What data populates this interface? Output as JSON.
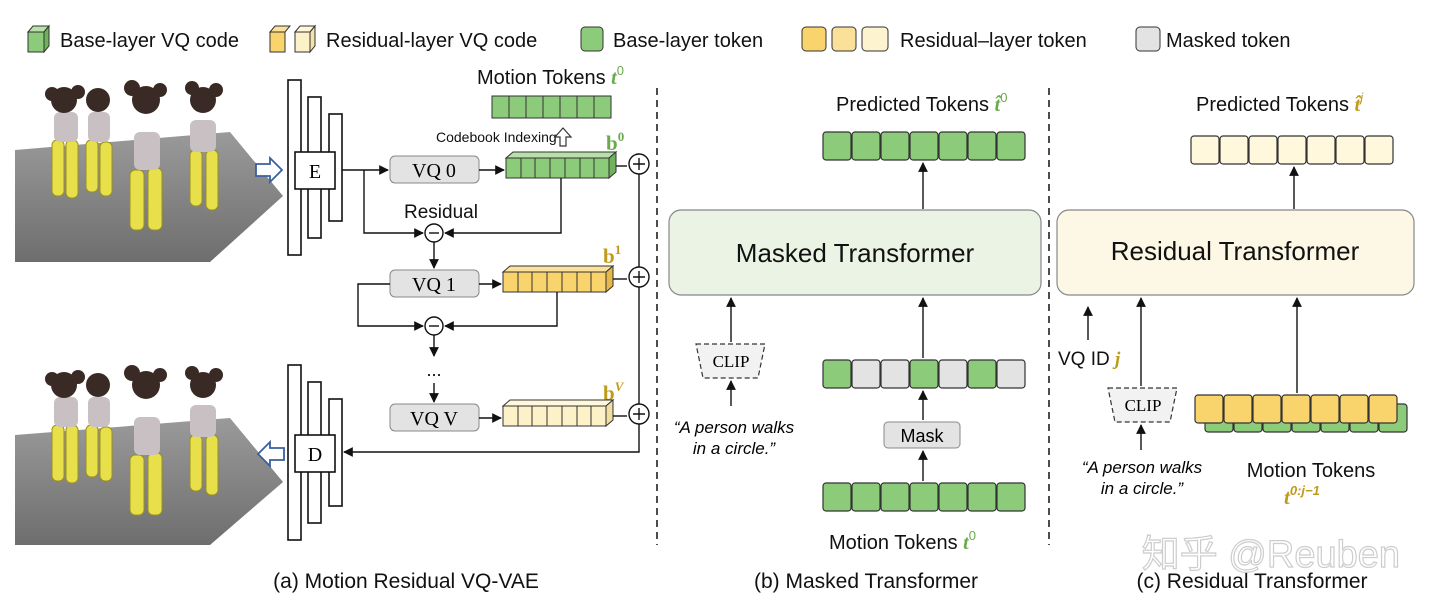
{
  "legend": {
    "base_code": "Base-layer VQ code",
    "residual_code": "Residual-layer VQ code",
    "base_token": "Base-layer token",
    "residual_token": "Residual–layer token",
    "masked_token": "Masked token"
  },
  "panel_a": {
    "encoder": "E",
    "decoder": "D",
    "motion_tokens_label": "Motion Tokens",
    "motion_tokens_symbol": "t",
    "motion_tokens_sup": "0",
    "codebook_indexing": "Codebook Indexing",
    "residual_label": "Residual",
    "vq0": "VQ 0",
    "vq1": "VQ 1",
    "vqv": "VQ V",
    "ellipsis": "...",
    "b0": "b",
    "b0_sup": "0",
    "b1": "b",
    "b1_sup": "1",
    "bv": "b",
    "bv_sup": "V",
    "caption": "(a) Motion Residual VQ-VAE"
  },
  "panel_b": {
    "predicted_label": "Predicted Tokens",
    "predicted_symbol": "t̂",
    "predicted_sup": "0",
    "transformer": "Masked Transformer",
    "clip": "CLIP",
    "prompt_line1": "“A person walks",
    "prompt_line2": "in a circle.”",
    "mask": "Mask",
    "motion_tokens_label": "Motion Tokens",
    "motion_tokens_symbol": "t",
    "motion_tokens_sup": "0",
    "caption": "(b) Masked Transformer"
  },
  "panel_c": {
    "predicted_label": "Predicted Tokens",
    "predicted_symbol": "t̂",
    "predicted_sup": "j",
    "transformer": "Residual Transformer",
    "vq_id": "VQ ID",
    "vq_id_symbol": "j",
    "clip": "CLIP",
    "prompt_line1": "“A person walks",
    "prompt_line2": "in a circle.”",
    "motion_tokens_label": "Motion Tokens",
    "motion_tokens_symbol": "t",
    "motion_tokens_sup": "0:j−1",
    "caption": "(c) Residual Transformer"
  },
  "watermark": "知乎 @Reuben",
  "colors": {
    "green": "#8ccb7a",
    "green_light": "#eaf3e4",
    "yellow": "#f9d36b",
    "yellow_light": "#fdf1c7",
    "yellow_pale": "#fff8dc",
    "gray": "#e3e3e3",
    "blue_arrow": "#3a5f9e",
    "label_green": "#6aaa4c",
    "label_gold": "#c09a1a"
  },
  "masked_sequence": [
    "base",
    "masked",
    "masked",
    "base",
    "masked",
    "base",
    "masked"
  ]
}
